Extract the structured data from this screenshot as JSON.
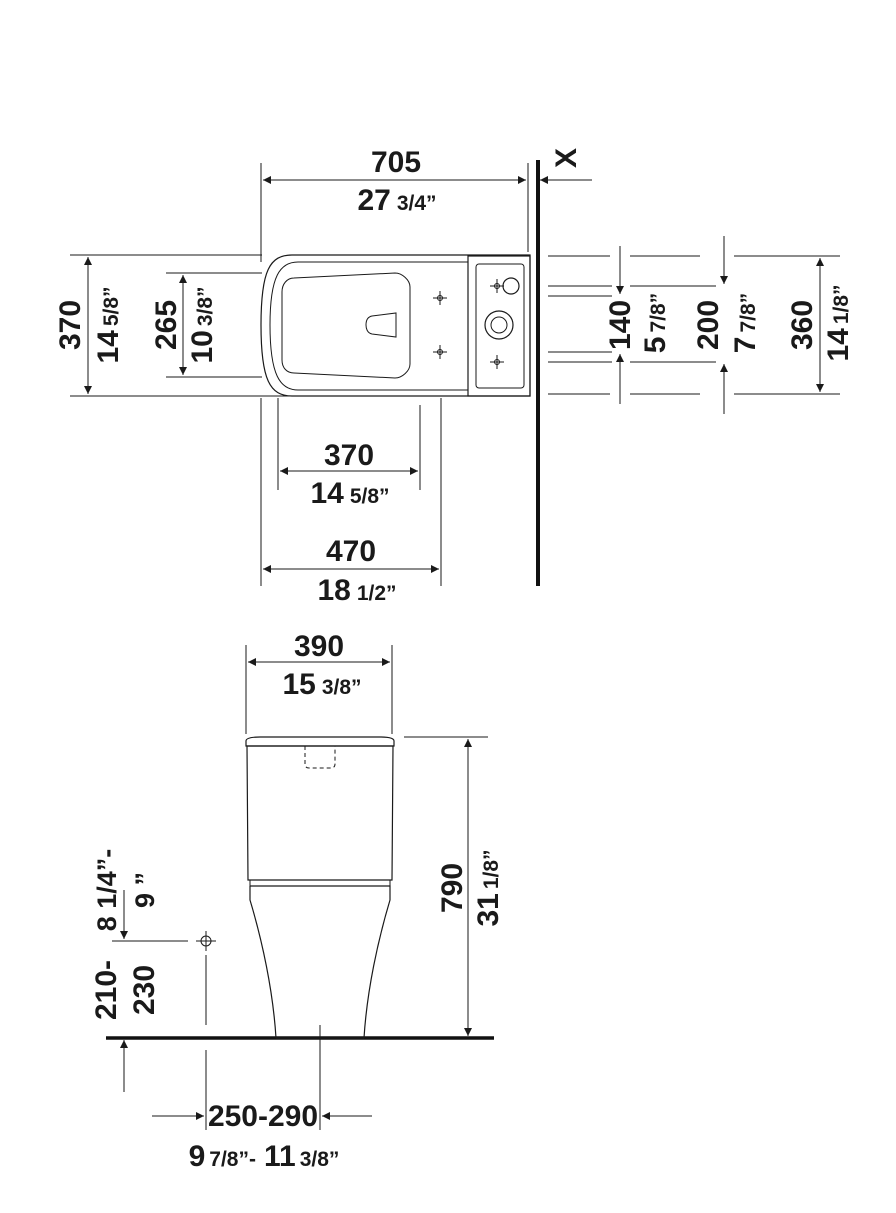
{
  "top_view": {
    "total_length": {
      "mm": "705",
      "inch_whole": "27",
      "inch_frac": "3/4”"
    },
    "wall_label": "X",
    "depth_width": {
      "mm": "370",
      "inch_whole": "14",
      "inch_frac": "5/8”"
    },
    "bowl_width": {
      "mm": "265",
      "inch_whole": "10",
      "inch_frac": "3/8”"
    },
    "bowl_length": {
      "mm": "370",
      "inch_whole": "14",
      "inch_frac": "5/8”"
    },
    "fixing_length": {
      "mm": "470",
      "inch_whole": "18",
      "inch_frac": "1/2”"
    },
    "outlet_spacing_1": {
      "mm": "140",
      "inch_whole": "5",
      "inch_frac": "7/8”"
    },
    "outlet_spacing_2": {
      "mm": "200",
      "inch_whole": "7",
      "inch_frac": "7/8”"
    },
    "outlet_spacing_3": {
      "mm": "360",
      "inch_whole": "14",
      "inch_frac": "1/8”"
    }
  },
  "side_view": {
    "tank_width": {
      "mm": "390",
      "inch_whole": "15",
      "inch_frac": "3/8”"
    },
    "height": {
      "mm": "790",
      "inch_whole": "31",
      "inch_frac": "1/8”"
    },
    "water_inlet_height": {
      "mm": "210-",
      "mm2": "230",
      "inch_line1": "8 1/4”-",
      "inch_line2": "9 ”"
    },
    "outlet_distance": {
      "mm": "250-290",
      "inch_a": "9",
      "inch_a_frac": "7/8”-",
      "inch_b": "11",
      "inch_b_frac": "3/8”"
    }
  }
}
